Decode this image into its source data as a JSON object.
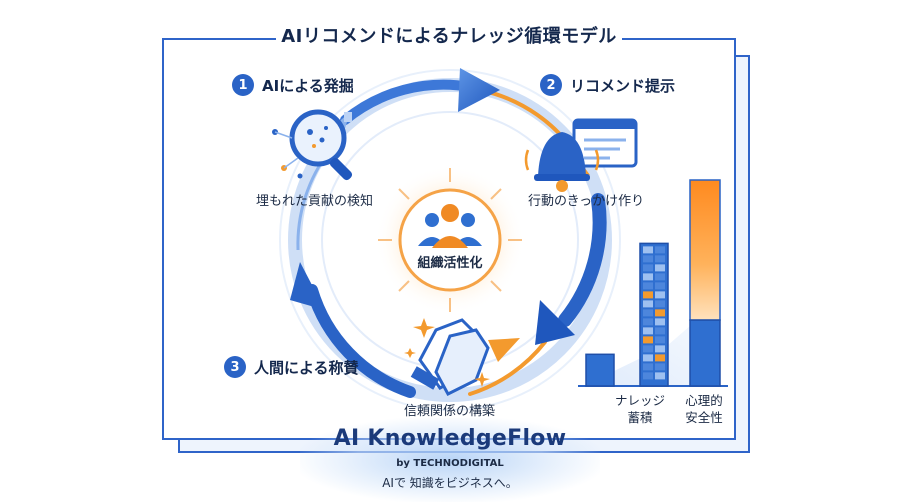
{
  "title": "AIリコメンドによるナレッジ循環モデル",
  "steps": [
    {
      "number": "1",
      "label": "AIによる発掘",
      "caption": "埋もれた貢献の検知"
    },
    {
      "number": "2",
      "label": "リコメンド提示",
      "caption": "行動のきっかけ作り"
    },
    {
      "number": "3",
      "label": "人間による称賛",
      "caption": "信頼関係の構築"
    }
  ],
  "center": {
    "label": "組織活性化"
  },
  "chart_data": {
    "type": "bar",
    "categories": [
      "",
      "ナレッジ\n蓄積",
      "心理的\n安全性"
    ],
    "category_lines": [
      [
        "ナレッジ",
        "蓄積"
      ],
      [
        "心理的",
        "安全性"
      ]
    ],
    "values": [
      1,
      4.5,
      6.5
    ],
    "title": "",
    "xlabel": "",
    "ylabel": ""
  },
  "footer": {
    "brand": "AI KnowledgeFlow",
    "byline": "by TECHNODIGITAL",
    "tagline": "AIで 知識をビジネスへ。"
  },
  "colors": {
    "primary_blue": "#2a63c6",
    "orange": "#f39a2e",
    "navy": "#14284d"
  },
  "icons": [
    "magnifier-icon",
    "bell-icon",
    "chat-window-icon",
    "people-icon",
    "clapping-hands-icon"
  ]
}
